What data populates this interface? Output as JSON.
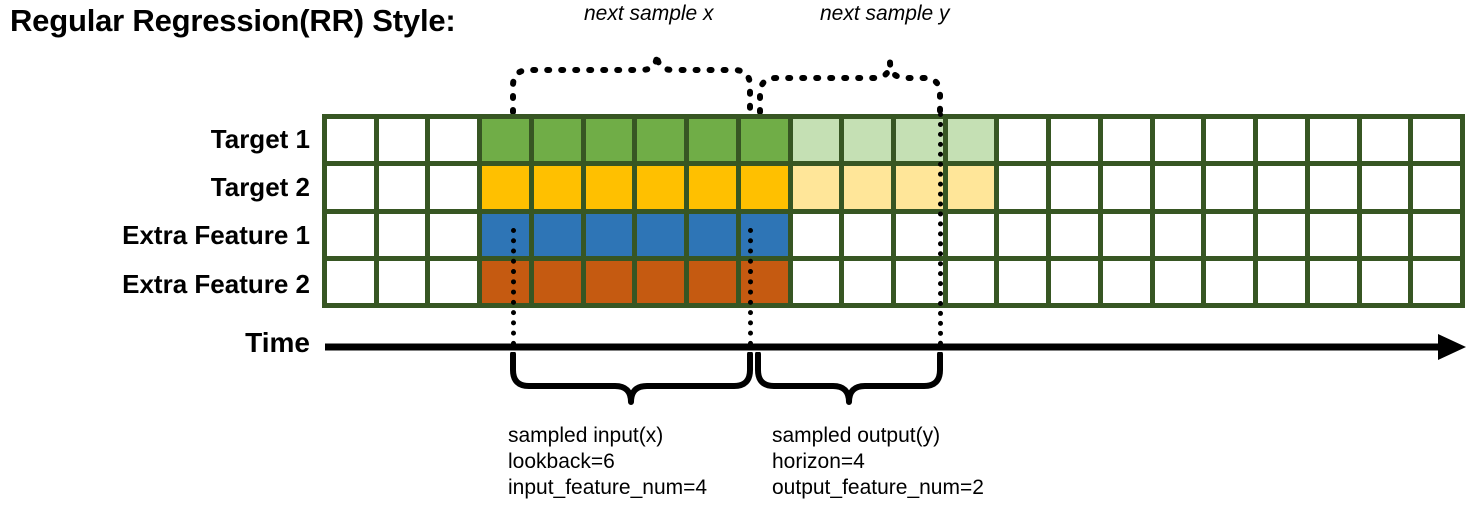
{
  "title": "Regular Regression(RR) Style:",
  "annotations": {
    "next_sample_x": "next sample x",
    "next_sample_y": "next sample y"
  },
  "axis": {
    "time_label": "Time"
  },
  "rows": [
    {
      "label": "Target 1",
      "color_name": "green",
      "color": "#70AD47",
      "light_color": "#C5E0B4"
    },
    {
      "label": "Target 2",
      "color_name": "gold",
      "color": "#FFC000",
      "light_color": "#FFE699"
    },
    {
      "label": "Extra Feature 1",
      "color_name": "blue",
      "color": "#2E75B6",
      "light_color": "#FFFFFF"
    },
    {
      "label": "Extra Feature 2",
      "color_name": "orange",
      "color": "#C55A11",
      "light_color": "#FFFFFF"
    }
  ],
  "grid": {
    "columns": 22,
    "rows": 4,
    "border_color": "#375623",
    "empty_color": "#FFFFFF",
    "lead_empty_columns": 3,
    "input_columns": 6,
    "output_columns": 4,
    "trail_empty_columns": 9,
    "cells": [
      [
        "empty",
        "empty",
        "empty",
        "green",
        "green",
        "green",
        "green",
        "green",
        "green",
        "green-lt",
        "green-lt",
        "green-lt",
        "green-lt",
        "empty",
        "empty",
        "empty",
        "empty",
        "empty",
        "empty",
        "empty",
        "empty",
        "empty"
      ],
      [
        "empty",
        "empty",
        "empty",
        "gold",
        "gold",
        "gold",
        "gold",
        "gold",
        "gold",
        "gold-lt",
        "gold-lt",
        "gold-lt",
        "gold-lt",
        "empty",
        "empty",
        "empty",
        "empty",
        "empty",
        "empty",
        "empty",
        "empty",
        "empty"
      ],
      [
        "empty",
        "empty",
        "empty",
        "blue",
        "blue",
        "blue",
        "blue",
        "blue",
        "blue",
        "empty",
        "empty",
        "empty",
        "empty",
        "empty",
        "empty",
        "empty",
        "empty",
        "empty",
        "empty",
        "empty",
        "empty",
        "empty"
      ],
      [
        "empty",
        "empty",
        "empty",
        "orange",
        "orange",
        "orange",
        "orange",
        "orange",
        "orange",
        "empty",
        "empty",
        "empty",
        "empty",
        "empty",
        "empty",
        "empty",
        "empty",
        "empty",
        "empty",
        "empty",
        "empty",
        "empty"
      ]
    ]
  },
  "captions": {
    "input": {
      "line1": "sampled input(x)",
      "line2": "lookback=6",
      "line3": "input_feature_num=4"
    },
    "output": {
      "line1": "sampled output(y)",
      "line2": "horizon=4",
      "line3": "output_feature_num=2"
    }
  }
}
